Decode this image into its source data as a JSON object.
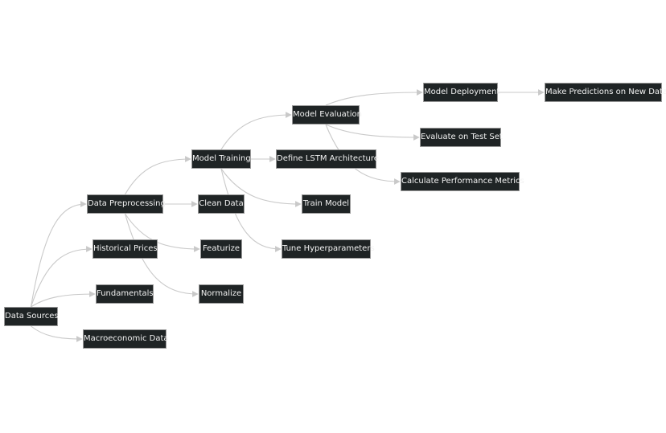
{
  "diagram": {
    "nodes": {
      "data_sources": "Data Sources",
      "data_preprocessing": "Data Preprocessing",
      "historical_prices": "Historical Prices",
      "fundamentals": "Fundamentals",
      "macroeconomic_data": "Macroeconomic Data",
      "clean_data": "Clean Data",
      "featurize": "Featurize",
      "normalize": "Normalize",
      "model_training": "Model Training",
      "define_lstm": "Define LSTM Architecture",
      "train_model": "Train Model",
      "tune_hyperparameters": "Tune Hyperparameters",
      "model_evaluation": "Model Evaluation",
      "evaluate_test_set": "Evaluate on Test Set",
      "calculate_metrics": "Calculate Performance Metrics",
      "model_deployment": "Model Deployment",
      "make_predictions": "Make Predictions on New Data"
    },
    "edges": [
      [
        "data_sources",
        "data_preprocessing"
      ],
      [
        "data_sources",
        "historical_prices"
      ],
      [
        "data_sources",
        "fundamentals"
      ],
      [
        "data_sources",
        "macroeconomic_data"
      ],
      [
        "data_preprocessing",
        "model_training"
      ],
      [
        "data_preprocessing",
        "clean_data"
      ],
      [
        "data_preprocessing",
        "featurize"
      ],
      [
        "data_preprocessing",
        "normalize"
      ],
      [
        "model_training",
        "model_evaluation"
      ],
      [
        "model_training",
        "define_lstm"
      ],
      [
        "model_training",
        "train_model"
      ],
      [
        "model_training",
        "tune_hyperparameters"
      ],
      [
        "model_evaluation",
        "model_deployment"
      ],
      [
        "model_evaluation",
        "evaluate_test_set"
      ],
      [
        "model_evaluation",
        "calculate_metrics"
      ],
      [
        "model_deployment",
        "make_predictions"
      ]
    ],
    "colors": {
      "node_fill": "#1f2425",
      "node_border": "#9a9a9a",
      "node_text": "#f2f2f2",
      "edge": "#c9c9c9"
    }
  }
}
